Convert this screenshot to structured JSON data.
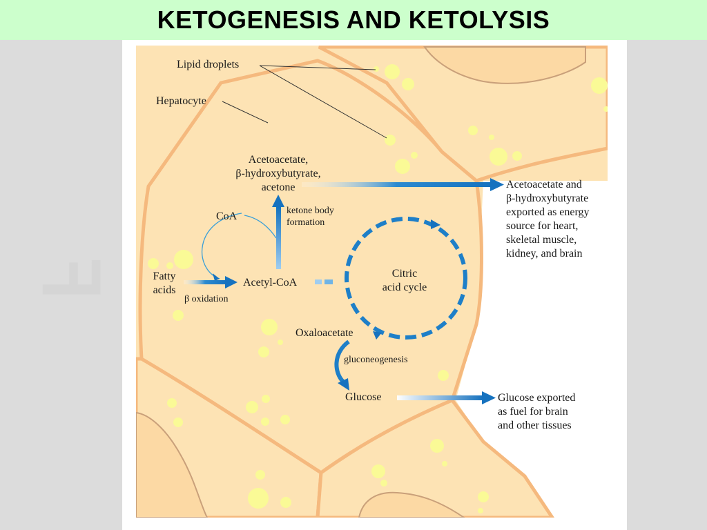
{
  "title": "KETOGENESIS AND KETOLYSIS",
  "labels": {
    "lipid_droplets": "Lipid droplets",
    "hepatocyte": "Hepatocyte",
    "ketone_line1": "Acetoacetate,",
    "ketone_line2": "β-hydroxybutyrate,",
    "ketone_line3": "acetone",
    "export1_line1": "Acetoacetate and",
    "export1_line2": "β-hydroxybutyrate",
    "export1_line3": "exported as energy",
    "export1_line4": "source for heart,",
    "export1_line5": "skeletal muscle,",
    "export1_line6": "kidney, and brain",
    "coa": "CoA",
    "ketone_body_line1": "ketone body",
    "ketone_body_line2": "formation",
    "fatty_line1": "Fatty",
    "fatty_line2": "acids",
    "beta_oxidation": "β oxidation",
    "acetyl_coa": "Acetyl-CoA",
    "citric_line1": "Citric",
    "citric_line2": "acid cycle",
    "oxaloacetate": "Oxaloacetate",
    "gluconeogenesis": "gluconeogenesis",
    "glucose": "Glucose",
    "export2_line1": "Glucose exported",
    "export2_line2": "as fuel for brain",
    "export2_line3": "and other tissues"
  },
  "colors": {
    "title_bg": "#ccffcc",
    "cell_fill": "#fde3b4",
    "cell_border": "#f5b97e",
    "droplet": "#fafa96",
    "arrow_blue": "#1e7fc8"
  }
}
